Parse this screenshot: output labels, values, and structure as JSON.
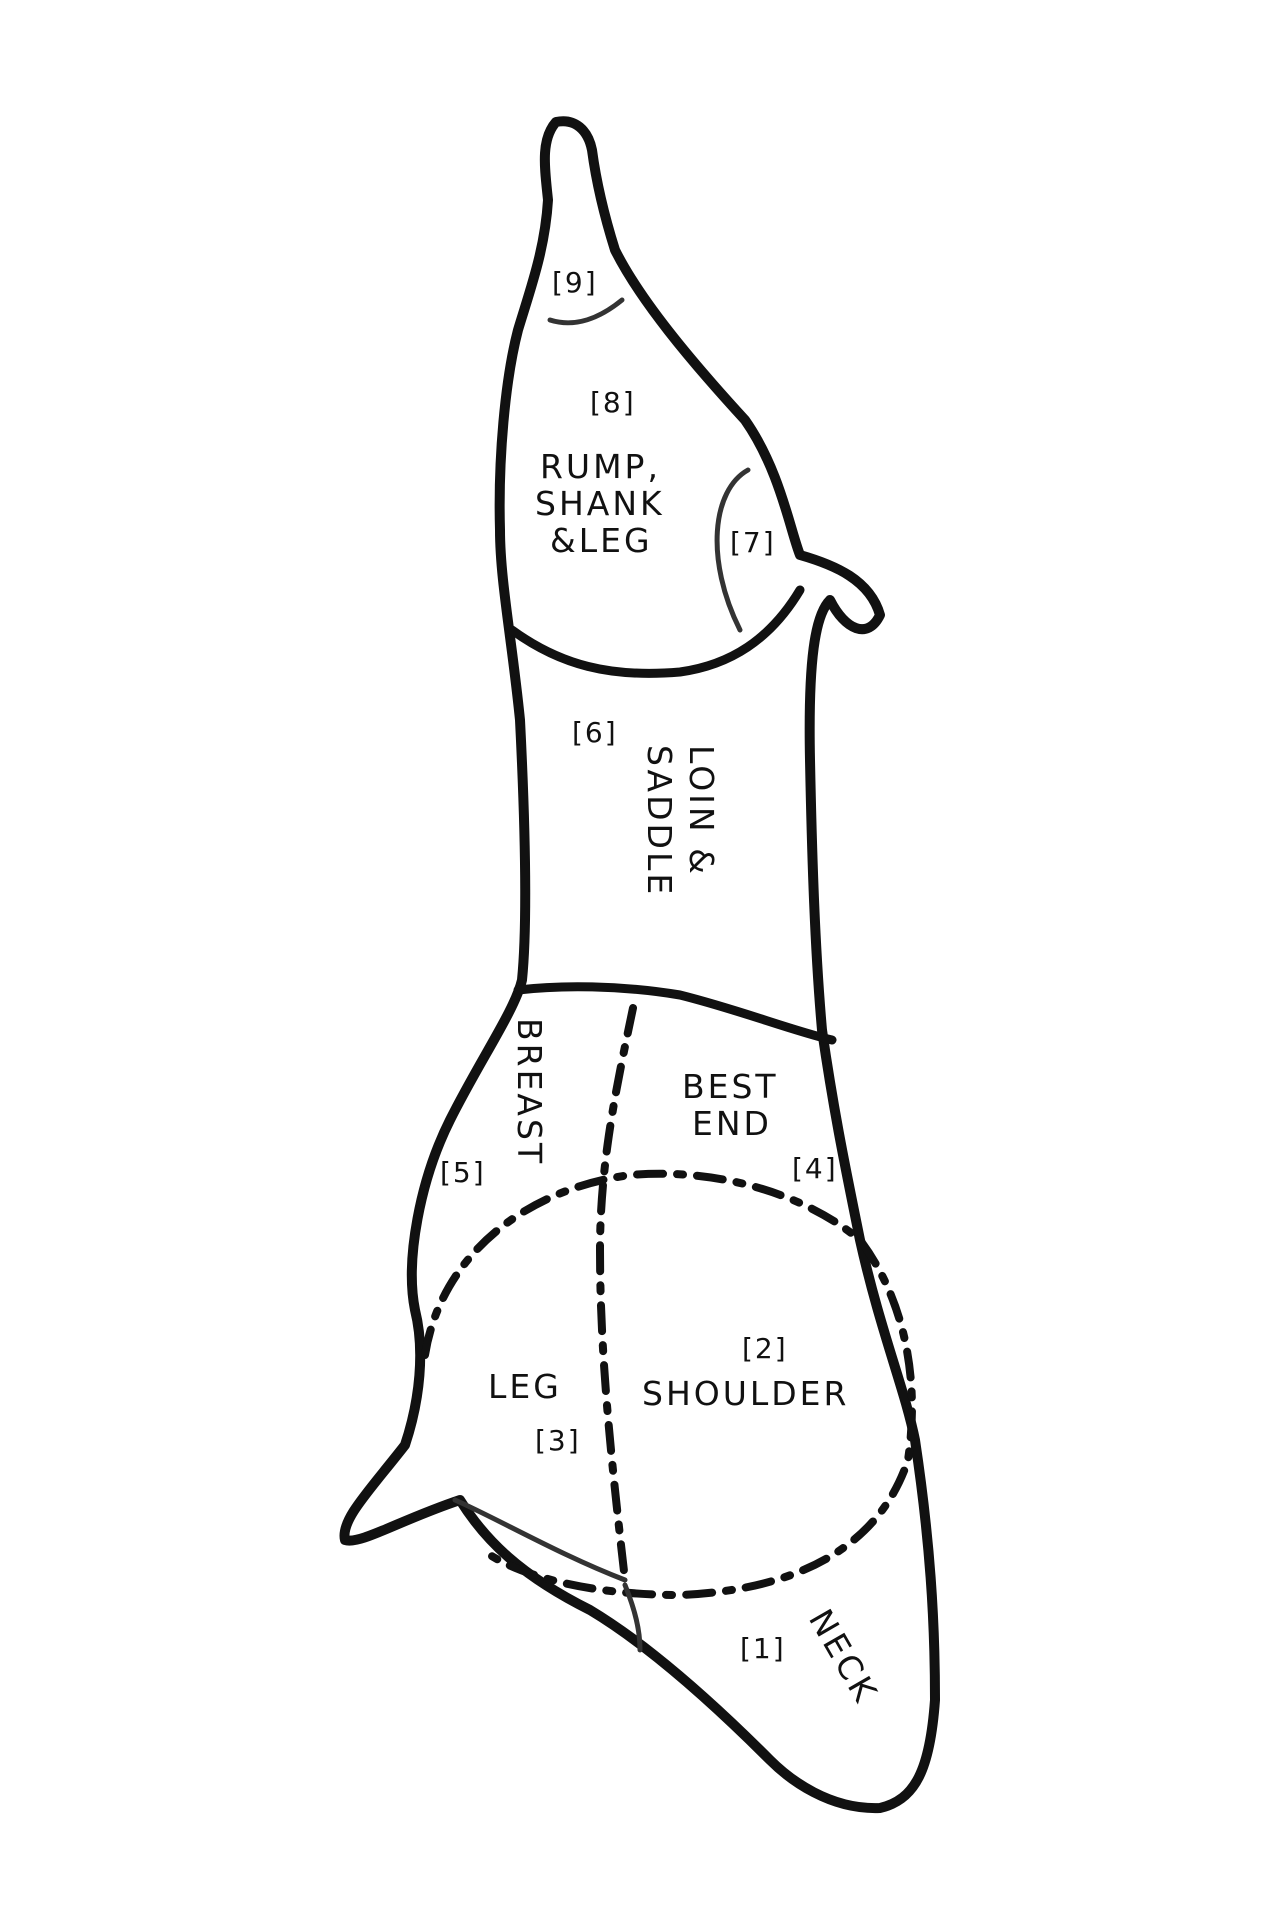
{
  "labels": {
    "rump": {
      "number": "[8]",
      "line1": "RUMP,",
      "line2": "SHANK",
      "line3": "&LEG"
    },
    "hock": {
      "number": "[9]"
    },
    "tail": {
      "number": "[7]"
    },
    "loin": {
      "number": "[6]",
      "line1": "LOIN &",
      "line2": "SADDLE"
    },
    "breast": {
      "number": "[5]",
      "text": "BREAST"
    },
    "best_end": {
      "number": "[4]",
      "line1": "BEST",
      "line2": "END"
    },
    "leg": {
      "number": "[3]",
      "text": "LEG"
    },
    "shoulder": {
      "number": "[2]",
      "text": "SHOULDER"
    },
    "neck": {
      "number": "[1]",
      "text": "NECK"
    }
  }
}
